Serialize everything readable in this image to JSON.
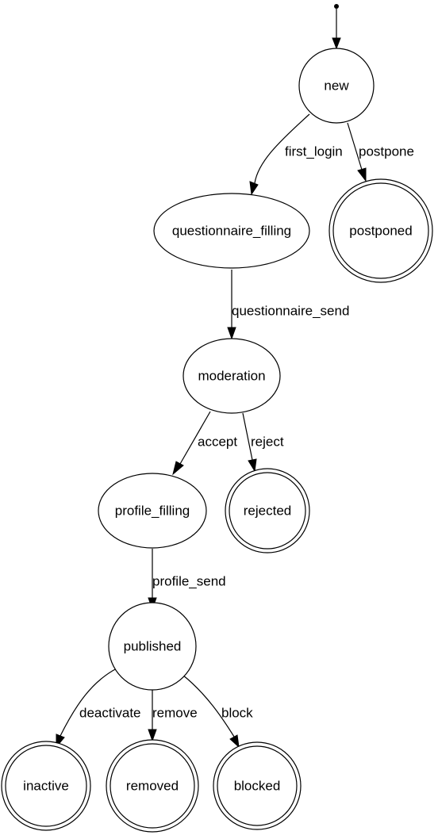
{
  "diagram": {
    "type": "state-machine",
    "initial_state": "new",
    "states": [
      {
        "id": "new",
        "label": "new",
        "final": false
      },
      {
        "id": "postponed",
        "label": "postponed",
        "final": true
      },
      {
        "id": "questionnaire_filling",
        "label": "questionnaire_filling",
        "final": false
      },
      {
        "id": "moderation",
        "label": "moderation",
        "final": false
      },
      {
        "id": "profile_filling",
        "label": "profile_filling",
        "final": false
      },
      {
        "id": "rejected",
        "label": "rejected",
        "final": true
      },
      {
        "id": "published",
        "label": "published",
        "final": false
      },
      {
        "id": "inactive",
        "label": "inactive",
        "final": true
      },
      {
        "id": "removed",
        "label": "removed",
        "final": true
      },
      {
        "id": "blocked",
        "label": "blocked",
        "final": true
      }
    ],
    "transitions": [
      {
        "from": "new",
        "to": "questionnaire_filling",
        "label": "first_login"
      },
      {
        "from": "new",
        "to": "postponed",
        "label": "postpone"
      },
      {
        "from": "questionnaire_filling",
        "to": "moderation",
        "label": "questionnaire_send"
      },
      {
        "from": "moderation",
        "to": "profile_filling",
        "label": "accept"
      },
      {
        "from": "moderation",
        "to": "rejected",
        "label": "reject"
      },
      {
        "from": "profile_filling",
        "to": "published",
        "label": "profile_send"
      },
      {
        "from": "published",
        "to": "inactive",
        "label": "deactivate"
      },
      {
        "from": "published",
        "to": "removed",
        "label": "remove"
      },
      {
        "from": "published",
        "to": "blocked",
        "label": "block"
      }
    ]
  }
}
